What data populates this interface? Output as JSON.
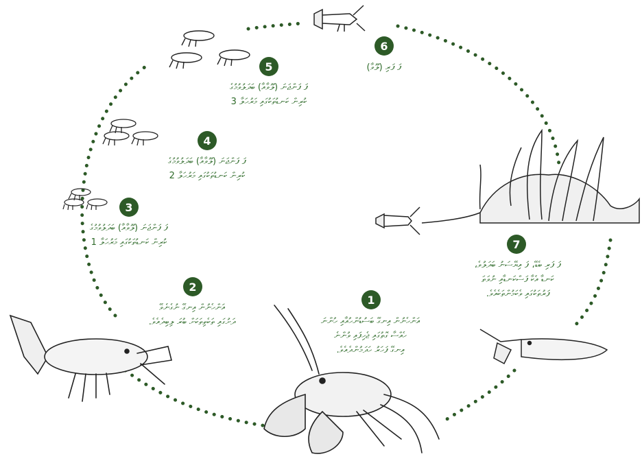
{
  "colors": {
    "badge_fill": "#2d5a27",
    "label_text": "#2f6b2a",
    "dots": "#2d5a27",
    "drawing_ink": "#222222"
  },
  "stages": [
    {
      "number": "1",
      "lines": [
        "އަންހެނުން އިނގޭ ބަސުޑުންހުއާއި ހުންނަ",
        "ހެއްސާ ގޮތުގައި ޖެހިފައި ވުންނެ",
        "އިނގޭ ފަހަރު ހަދަމުންދެއެވެ."
      ]
    },
    {
      "number": "2",
      "lines": [
        "އަންހެނުން އިނގޭ ނުގެނެވޭ",
        "ދަށުގައި ތަކެތިތަކަށް ބުރަ ލިބިދެއެވެ."
      ]
    },
    {
      "number": "3",
      "lines": [
        "ފަ ފަންޖަނަ (ލޫވާއާ) ބަދަލުވުމުގެ",
        "ކުރިން ކަނޑުތަކުގައި މަރުހަލާ 1"
      ]
    },
    {
      "number": "4",
      "lines": [
        "ފަ ފަންޖަނަ (ލޫވާއާ) ބަދަލުވުމުގެ",
        "ކުރިން ކަނޑުތަކުގައި މަރުހަލާ 2"
      ]
    },
    {
      "number": "5",
      "lines": [
        "ފަ ފަންޖަނަ (ލޫވާއާ) ބަދަލުވުމުގެ",
        "ކުރިން ކަނޑުތަކުގައި މަރުހަލާ 3"
      ]
    },
    {
      "number": "6",
      "lines": [
        "ފަ ފަރި (ލޫވާ)"
      ]
    },
    {
      "number": "7",
      "lines": [
        "ފަ ފަރި ބެޑޭ، ފަ އިޔޭސަނު ބަދަލުވެ،",
        "ކަނޑާ އެކާ ފަސްކަނޑާއި ނުވަތަ",
        "ފަރުތަކުގައި ވެކަމުންތަކެއެވެ."
      ]
    }
  ]
}
